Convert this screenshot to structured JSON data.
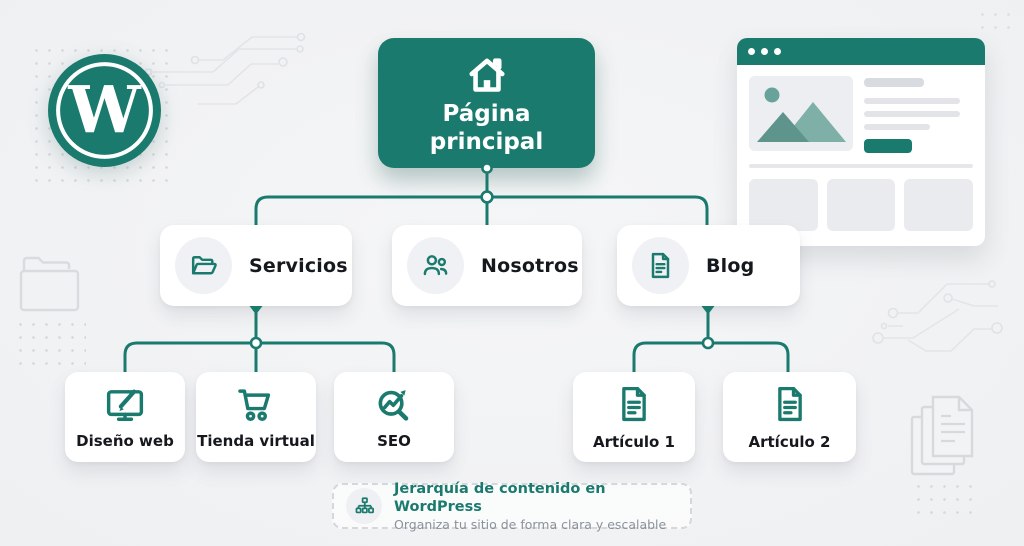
{
  "meta": {
    "accent_color": "#1b7a6e",
    "background_color": "#f1f2f4",
    "card_color": "#ffffff"
  },
  "logo": {
    "name": "wordpress-logo",
    "letter": "W"
  },
  "tree": {
    "root": {
      "label": "Página principal",
      "icon": "home-icon"
    },
    "level2": [
      {
        "label": "Servicios",
        "icon": "folder-icon"
      },
      {
        "label": "Nosotros",
        "icon": "users-icon"
      },
      {
        "label": "Blog",
        "icon": "document-icon"
      }
    ],
    "servicios_children": [
      {
        "label": "Diseño web",
        "icon": "web-design-icon"
      },
      {
        "label": "Tienda virtual",
        "icon": "shopping-cart-icon"
      },
      {
        "label": "SEO",
        "icon": "seo-magnifier-icon"
      }
    ],
    "blog_children": [
      {
        "label": "Artículo 1",
        "icon": "article-icon"
      },
      {
        "label": "Artículo 2",
        "icon": "article-icon"
      }
    ]
  },
  "caption": {
    "title": "Jerarquía de contenido en WordPress",
    "subtitle": "Organiza tu sitio de forma clara y escalable",
    "icon": "sitemap-icon"
  },
  "decorations": [
    "browser-window-mockup",
    "circuit-traces",
    "dot-grids",
    "folder-outline",
    "stacked-documents"
  ]
}
